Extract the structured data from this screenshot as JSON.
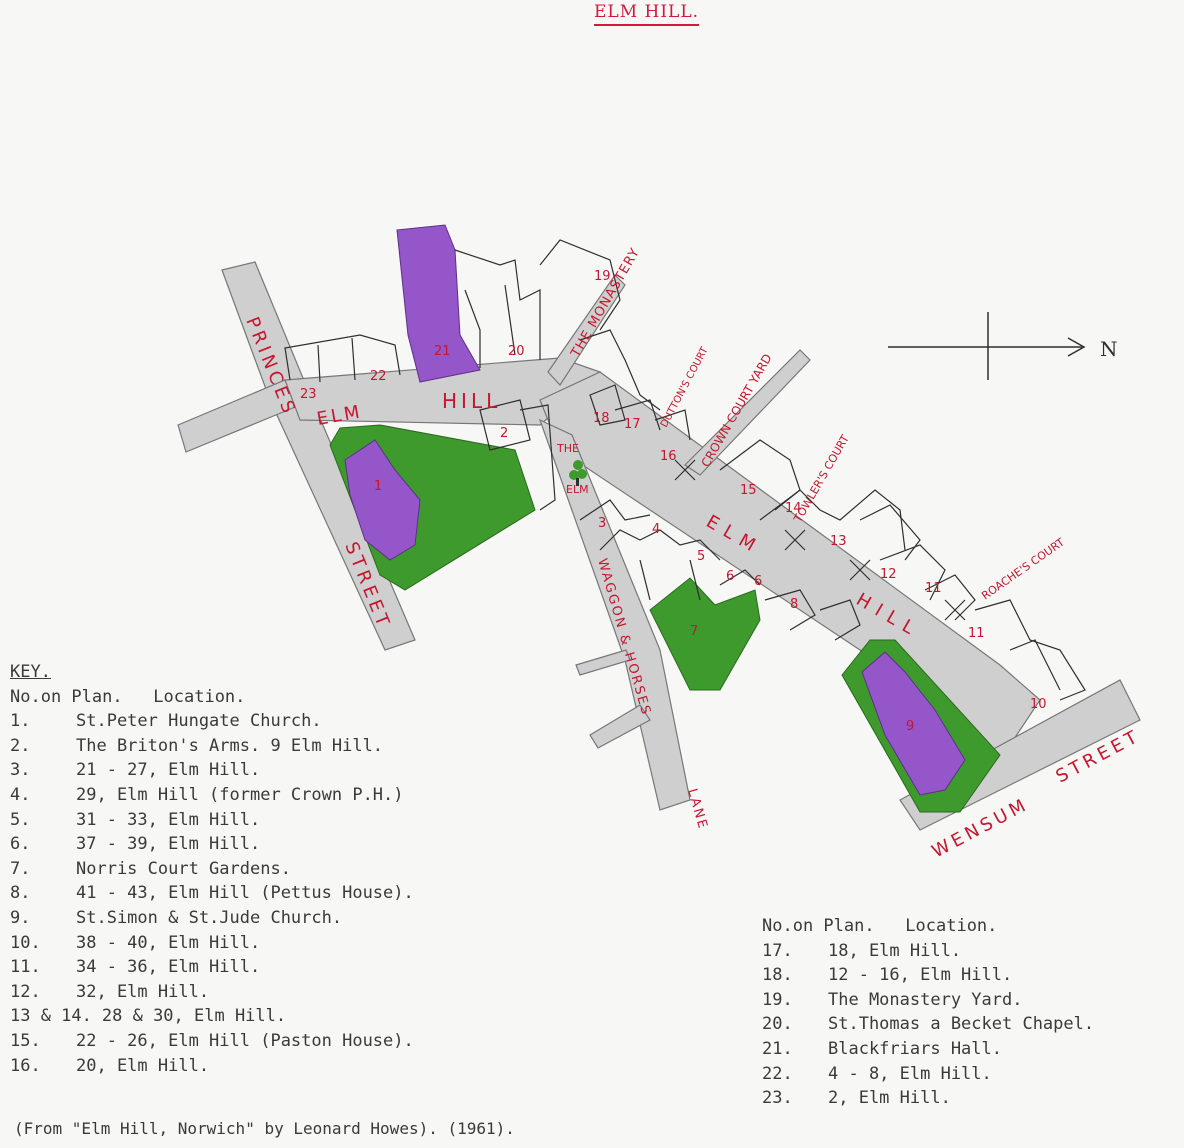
{
  "title": "ELM HILL.",
  "map_labels": {
    "princes": "PRINCES",
    "street1": "STREET",
    "elm1": "ELM",
    "hill1": "HILL",
    "elm2": "ELM",
    "hill2": "HILL",
    "monastery": "THE MONASTERY",
    "the_elm_1": "THE",
    "the_elm_2": "ELM",
    "duttons": "DUTTON'S COURT",
    "crown": "CROWN COURT YARD",
    "towlers": "TOWLER'S COURT",
    "roaches": "ROACHE'S COURT",
    "waggon": "WAGGON & HORSES",
    "lane": "LANE",
    "wensum": "WENSUM",
    "street2": "STREET",
    "north": "N"
  },
  "plan_numbers": [
    "1",
    "2",
    "3",
    "4",
    "5",
    "6",
    "6",
    "7",
    "8",
    "9",
    "10",
    "11",
    "11",
    "12",
    "13",
    "14",
    "15",
    "16",
    "17",
    "18",
    "19",
    "20",
    "21",
    "22",
    "23"
  ],
  "key_left": {
    "heading": "KEY.",
    "column_headers": "No.on Plan.   Location.",
    "rows": [
      {
        "num": "1.",
        "loc": "St.Peter Hungate Church."
      },
      {
        "num": "2.",
        "loc": "The Briton's Arms. 9 Elm Hill."
      },
      {
        "num": "3.",
        "loc": "21 - 27, Elm Hill."
      },
      {
        "num": "4.",
        "loc": "29, Elm Hill (former Crown P.H.)"
      },
      {
        "num": "5.",
        "loc": "31 - 33, Elm Hill."
      },
      {
        "num": "6.",
        "loc": "37 - 39, Elm Hill."
      },
      {
        "num": "7.",
        "loc": "Norris Court Gardens."
      },
      {
        "num": "8.",
        "loc": "41 - 43, Elm Hill (Pettus House)."
      },
      {
        "num": "9.",
        "loc": "St.Simon & St.Jude Church."
      },
      {
        "num": "10.",
        "loc": "38 - 40, Elm Hill."
      },
      {
        "num": "11.",
        "loc": "34 - 36, Elm Hill."
      },
      {
        "num": "12.",
        "loc": "32, Elm Hill."
      },
      {
        "num": "13 & 14.",
        "loc": "28 & 30, Elm Hill."
      },
      {
        "num": "15.",
        "loc": "22 - 26, Elm Hill (Paston House)."
      },
      {
        "num": "16.",
        "loc": "20, Elm Hill."
      }
    ]
  },
  "key_right": {
    "column_headers": "No.on Plan.   Location.",
    "rows": [
      {
        "num": "17.",
        "loc": "18, Elm Hill."
      },
      {
        "num": "18.",
        "loc": "12 - 16, Elm Hill."
      },
      {
        "num": "19.",
        "loc": "The Monastery Yard."
      },
      {
        "num": "20.",
        "loc": "St.Thomas a Becket Chapel."
      },
      {
        "num": "21.",
        "loc": "Blackfriars Hall."
      },
      {
        "num": "22.",
        "loc": "4 - 8, Elm Hill."
      },
      {
        "num": "23.",
        "loc": "2, Elm Hill."
      }
    ]
  },
  "source": "(From \"Elm Hill, Norwich\" by Leonard Howes). (1961).",
  "colors": {
    "street": "#cfcfcf",
    "garden": "#3f9a2d",
    "church": "#9456c9",
    "label_red": "#c4172f",
    "ink": "#2f2f2f"
  }
}
